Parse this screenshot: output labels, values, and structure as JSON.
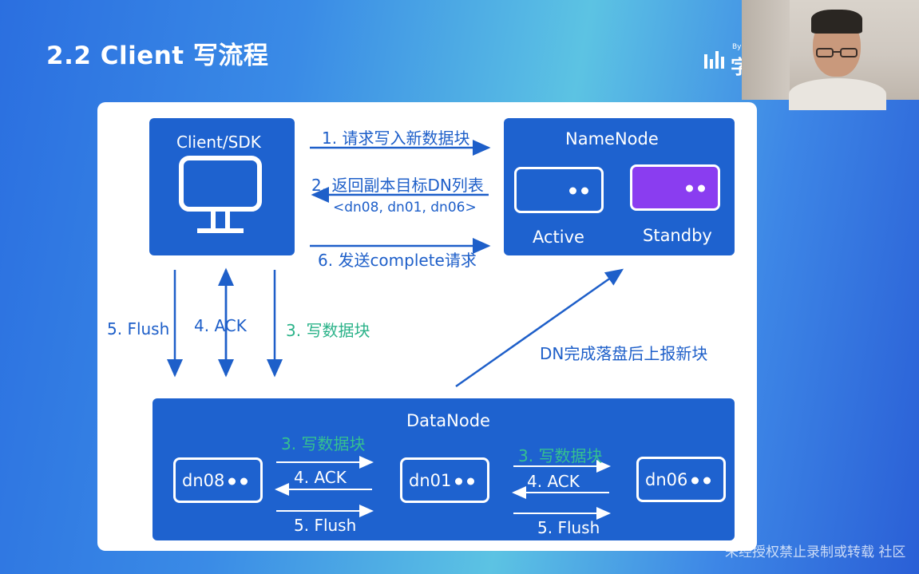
{
  "slide": {
    "title": "2.2 Client 写流程",
    "logo": {
      "by": "By",
      "char": "字"
    },
    "watermark": "未经授权禁止录制或转载 社区"
  },
  "client": {
    "label": "Client/SDK",
    "icon": "monitor-icon"
  },
  "namenode": {
    "label": "NameNode",
    "active_label": "Active",
    "standby_label": "Standby"
  },
  "datanode": {
    "label": "DataNode",
    "nodes": [
      "dn08",
      "dn01",
      "dn06"
    ]
  },
  "messages": {
    "step1": "1. 请求写入新数据块",
    "step2": "2. 返回副本目标DN列表",
    "step2_list": "<dn08, dn01, dn06>",
    "step6": "6. 发送complete请求",
    "step5_flush": "5. Flush",
    "step4_ack": "4. ACK",
    "step3_write": "3. 写数据块",
    "dn_report": "DN完成落盘后上报新块"
  },
  "pipeline": {
    "write_a": "3. 写数据块",
    "ack_a": "4. ACK",
    "flush_a": "5. Flush",
    "write_b": "3. 写数据块",
    "ack_b": "4. ACK",
    "flush_b": "5. Flush"
  },
  "colors": {
    "box_blue": "#1e62cf",
    "text_blue": "#1e5fc9",
    "text_green": "#2cb38a",
    "standby_purple": "#8a3df0"
  }
}
